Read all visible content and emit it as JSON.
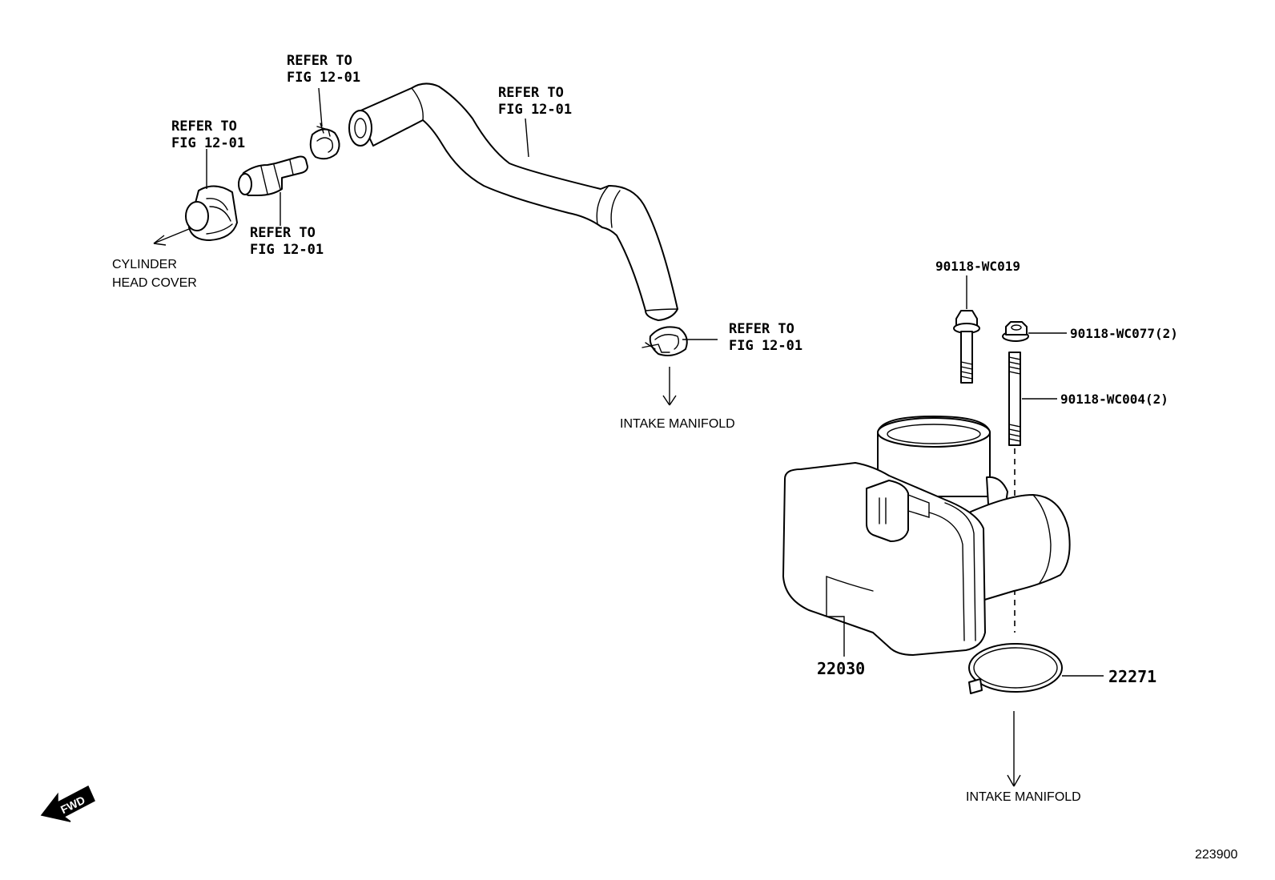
{
  "refs": {
    "grommet": [
      "REFER TO",
      "FIG 12-01"
    ],
    "clip_top": [
      "REFER TO",
      "FIG 12-01"
    ],
    "hose": [
      "REFER TO",
      "FIG 12-01"
    ],
    "pcv_valve": [
      "REFER TO",
      "FIG 12-01"
    ],
    "clip_bottom": [
      "REFER TO",
      "FIG 12-01"
    ]
  },
  "destinations": {
    "cylinder_head_cover": [
      "CYLINDER",
      "HEAD COVER"
    ],
    "intake_manifold_hose": "INTAKE MANIFOLD",
    "intake_manifold_gasket": "INTAKE MANIFOLD"
  },
  "part_numbers": {
    "bolt": "90118-WC019",
    "nut": "90118-WC077(2)",
    "stud": "90118-WC004(2)",
    "throttle_body": "22030",
    "gasket": "22271"
  },
  "fwd_label": "FWD",
  "figure_code": "223900"
}
